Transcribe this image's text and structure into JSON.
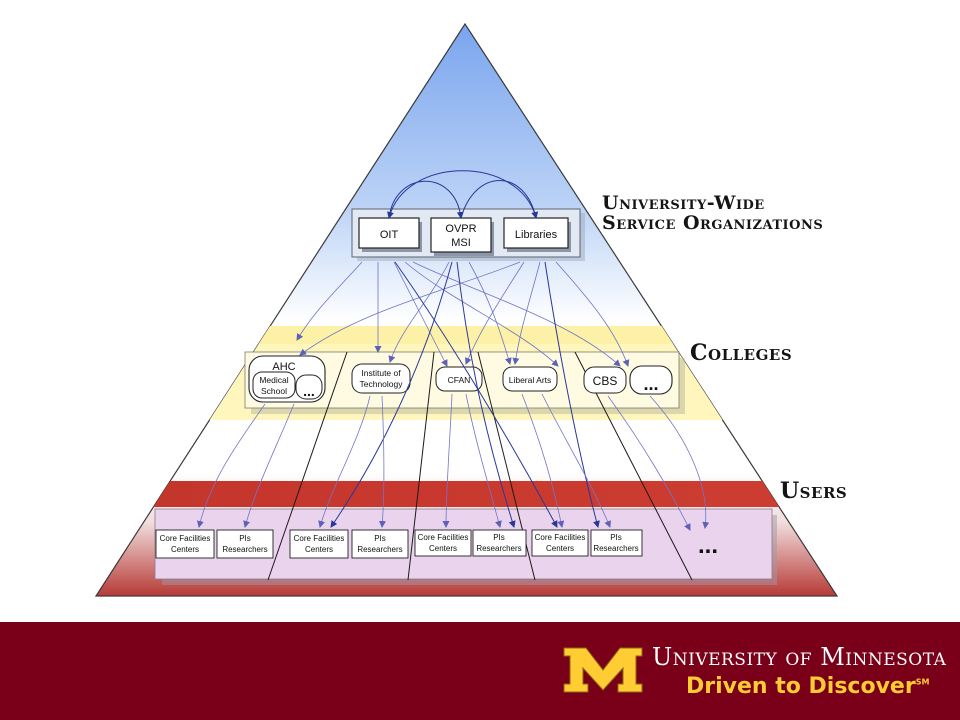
{
  "layers": {
    "service": {
      "label_line1": "University-Wide",
      "label_line2": "Service Organizations",
      "nodes": [
        {
          "id": "oit",
          "line1": "OIT",
          "line2": ""
        },
        {
          "id": "ovpr",
          "line1": "OVPR",
          "line2": "MSI"
        },
        {
          "id": "libraries",
          "line1": "Libraries",
          "line2": ""
        }
      ]
    },
    "colleges": {
      "label": "Colleges",
      "ahc": {
        "title": "AHC",
        "sub_line1": "Medical",
        "sub_line2": "School",
        "more": "..."
      },
      "nodes": [
        {
          "id": "iot",
          "line1": "Institute of",
          "line2": "Technology"
        },
        {
          "id": "cfan",
          "line1": "CFAN",
          "line2": ""
        },
        {
          "id": "liberal-arts",
          "line1": "Liberal Arts",
          "line2": ""
        },
        {
          "id": "cbs",
          "line1": "CBS",
          "line2": ""
        }
      ],
      "more": "..."
    },
    "users": {
      "label": "Users",
      "boxes": [
        {
          "line1": "Core Facilities",
          "line2": "Centers"
        },
        {
          "line1": "PIs",
          "line2": "Researchers"
        },
        {
          "line1": "Core Facilities",
          "line2": "Centers"
        },
        {
          "line1": "PIs",
          "line2": "Researchers"
        },
        {
          "line1": "Core Facilities",
          "line2": "Centers"
        },
        {
          "line1": "PIs",
          "line2": "Researchers"
        },
        {
          "line1": "Core Facilities",
          "line2": "Centers"
        },
        {
          "line1": "PIs",
          "line2": "Researchers"
        }
      ],
      "more": "..."
    }
  },
  "footer": {
    "university_name": "University of Minnesota",
    "tagline": "Driven to Discover",
    "tagline_mark": "SM",
    "logo_letter": "M"
  },
  "colors": {
    "maroon": "#7a0019",
    "gold": "#ffcc33",
    "sky_blue": "#9ec0f2",
    "colleges_band": "#fff7c0",
    "users_band": "#c9372c",
    "users_panel": "#e8d0ea",
    "arrow": "#5d62b8"
  }
}
